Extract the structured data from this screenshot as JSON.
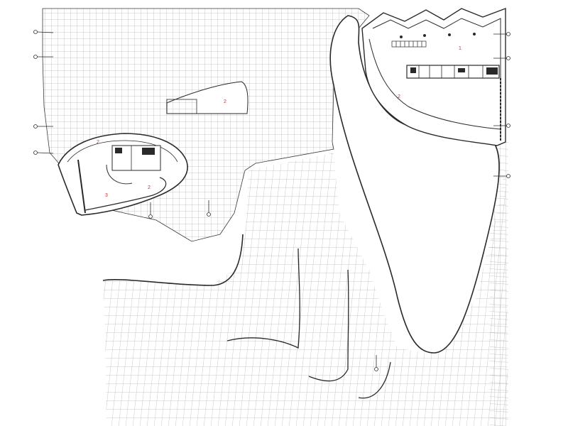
{
  "drawing": {
    "line_color": "#3a3a3a",
    "grid_color": "#8a8a8a",
    "room_label_color": "#c0392b",
    "room_labels": {
      "upper_right_1": "1",
      "upper_right_2": "2",
      "upper_left_2": "2",
      "lower_left_2a": "2",
      "lower_left_2b": "2",
      "lower_left_3": "3"
    }
  }
}
